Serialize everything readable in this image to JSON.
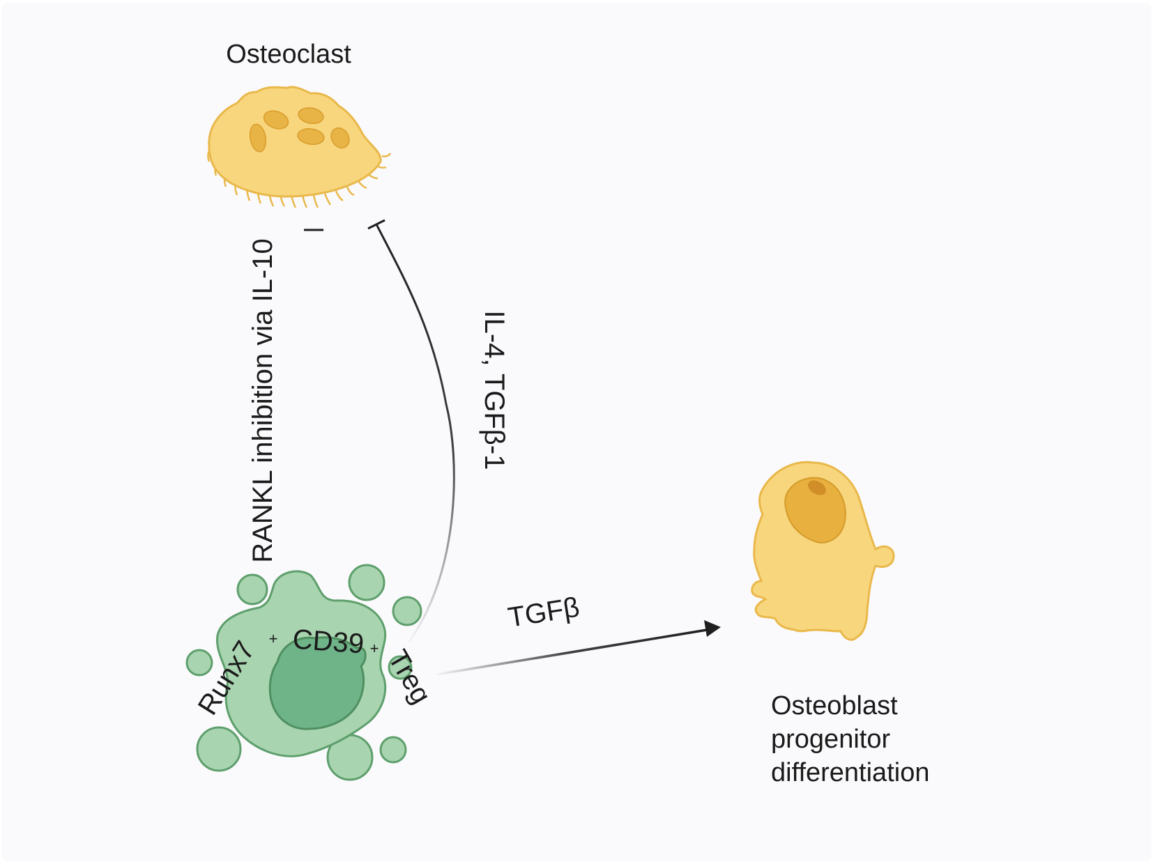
{
  "colors": {
    "background": "#fafafc",
    "osteoclast_fill": "#f7d67e",
    "osteoclast_stroke": "#e9b84a",
    "osteoclast_nucleus": "#e8b446",
    "osteoblast_fill": "#f7d67e",
    "osteoblast_stroke": "#e9b84a",
    "osteoblast_nucleus": "#e8b03e",
    "treg_outer": "#a9d4b0",
    "treg_stroke": "#5e9f6c",
    "treg_inner": "#6fb488",
    "arrow": "#1f1f1f"
  },
  "cells": {
    "osteoclast": {
      "label": "Osteoclast",
      "icon": "osteoclast-cell-icon"
    },
    "osteoblast": {
      "label_lines": [
        "Osteoblast",
        "progenitor",
        "differentiation"
      ],
      "icon": "osteoblast-cell-icon"
    },
    "treg": {
      "label_parts": {
        "runx": "Runx7",
        "plus1": "+",
        "cd39": "CD39",
        "plus2": "+",
        "treg": "Treg"
      },
      "icon": "treg-cell-icon"
    }
  },
  "pathways": {
    "rankl": {
      "label": "RANKL inhibition via IL-10",
      "type": "inhibition"
    },
    "il4": {
      "label": "IL-4, TGFβ-1",
      "type": "inhibition"
    },
    "tgfb": {
      "label": "TGFβ",
      "type": "activation"
    }
  }
}
